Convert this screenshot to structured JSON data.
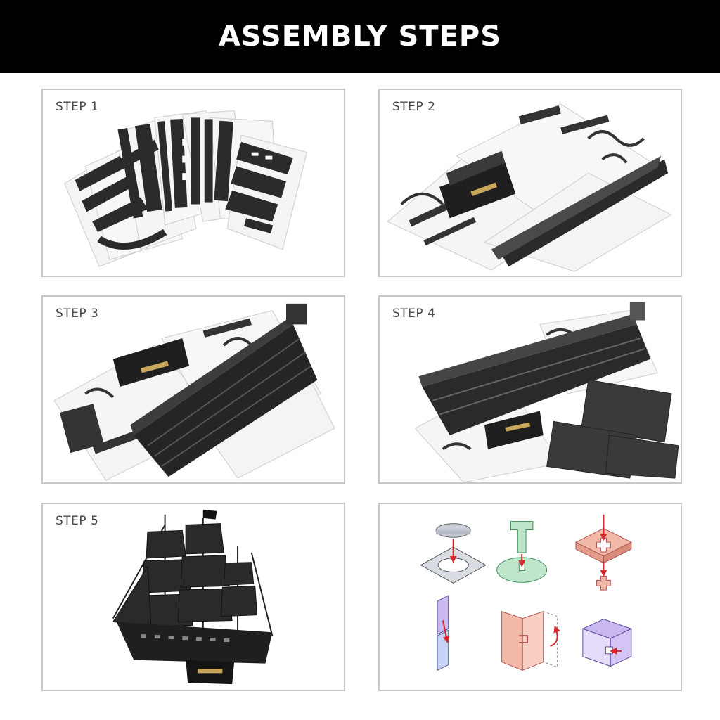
{
  "header": {
    "title": "ASSEMBLY STEPS"
  },
  "steps": [
    {
      "label": "STEP 1"
    },
    {
      "label": "STEP 2"
    },
    {
      "label": "STEP 3"
    },
    {
      "label": "STEP 4"
    },
    {
      "label": "STEP 5"
    }
  ],
  "colors": {
    "header_bg": "#000000",
    "header_text": "#ffffff",
    "panel_border": "#c8c8c8",
    "arrow_red": "#d7262c",
    "part_gray": "#c9ced6",
    "part_green": "#bfe5cb",
    "part_salmon": "#f3b9a8",
    "part_lavender": "#c9b7f0",
    "part_blue": "#c7d2f5"
  }
}
